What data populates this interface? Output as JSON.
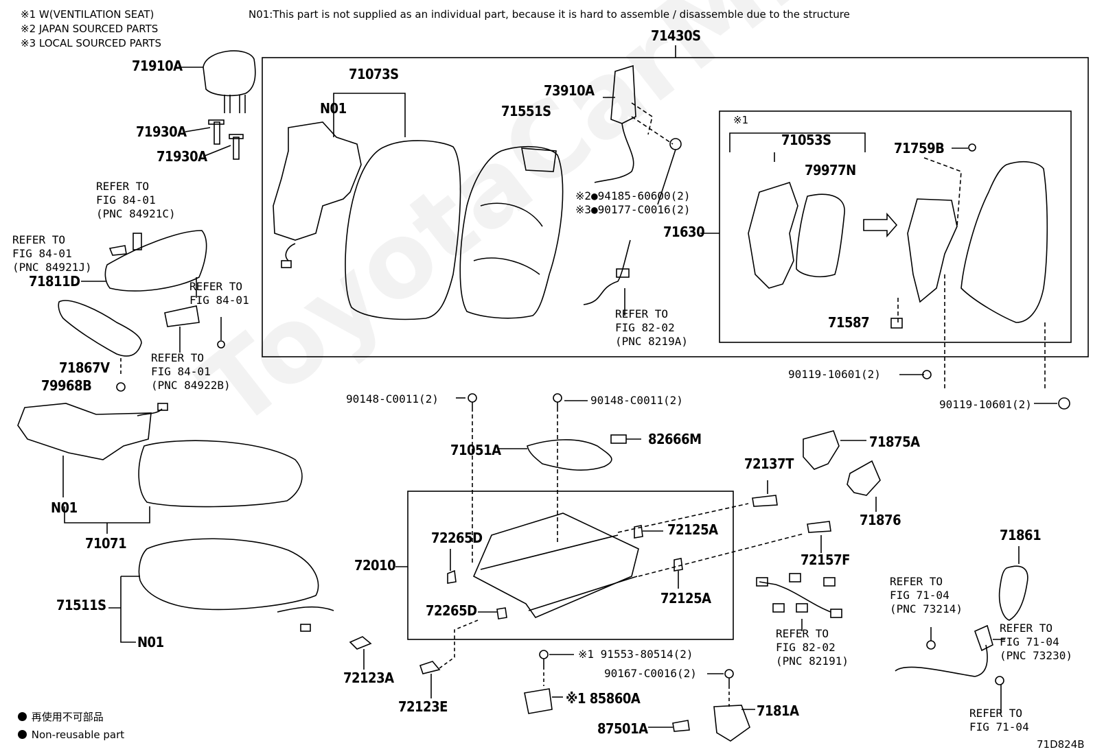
{
  "header": {
    "notes": [
      "※1 W(VENTILATION SEAT)",
      "※2 JAPAN SOURCED PARTS",
      "※3 LOCAL SOURCED PARTS"
    ],
    "n01_note": "N01:This part is not supplied as an individual part, because it is hard to assemble / disassemble due to the structure"
  },
  "watermark": "ToyotaCarMine.ru",
  "labels": {
    "p71430S": "71430S",
    "p71910A": "71910A",
    "p71073S": "71073S",
    "p73910A": "73910A",
    "n01_back": "N01",
    "p71551S": "71551S",
    "p71930A_1": "71930A",
    "p71930A_2": "71930A",
    "mark1": "※1",
    "p71053S": "71053S",
    "p71759B": "71759B",
    "p79977N": "79977N",
    "p94185": "※2●94185-60600(2)",
    "p90177": "※3●90177-C0016(2)",
    "p71630": "71630",
    "p71811D": "71811D",
    "p71587": "71587",
    "p71867V": "71867V",
    "p79968B": "79968B",
    "p90119_1": "90119-10601(2)",
    "p90119_2": "90119-10601(2)",
    "p90148_1": "90148-C0011(2)",
    "p90148_2": "90148-C0011(2)",
    "p71051A": "71051A",
    "p82666M": "82666M",
    "p71875A": "71875A",
    "p72137T": "72137T",
    "n01_cush": "N01",
    "p71876": "71876",
    "p71071": "71071",
    "p72265D_1": "72265D",
    "p72125A_1": "72125A",
    "p71861": "71861",
    "p72010": "72010",
    "p72157F": "72157F",
    "p71511S": "71511S",
    "p72125A_2": "72125A",
    "p72265D_2": "72265D",
    "n01_pad": "N01",
    "p91553": "※1 91553-80514(2)",
    "p72123A": "72123A",
    "p90167": "90167-C0016(2)",
    "p85860A": "※1 85860A",
    "p72123E": "72123E",
    "p7181A": "7181A",
    "p87501A": "87501A"
  },
  "refs": {
    "r84921C": [
      "REFER TO",
      "FIG 84-01",
      "(PNC 84921C)"
    ],
    "r84921J": [
      "REFER TO",
      "FIG 84-01",
      "(PNC 84921J)"
    ],
    "r84_01": [
      "REFER TO",
      "FIG 84-01"
    ],
    "r84922B": [
      "REFER TO",
      "FIG 84-01",
      "(PNC 84922B)"
    ],
    "r8219A": [
      "REFER TO",
      "FIG 82-02",
      "(PNC 8219A)"
    ],
    "r73214": [
      "REFER TO",
      "FIG 71-04",
      "(PNC 73214)"
    ],
    "r73230": [
      "REFER TO",
      "FIG 71-04",
      "(PNC 73230)"
    ],
    "r82191": [
      "REFER TO",
      "FIG 82-02",
      "(PNC 82191)"
    ],
    "r71_04": [
      "REFER TO",
      "FIG 71-04"
    ]
  },
  "legend": {
    "jp": "再使用不可部品",
    "en": "Non-reusable part"
  },
  "figure_code": "71D824B"
}
